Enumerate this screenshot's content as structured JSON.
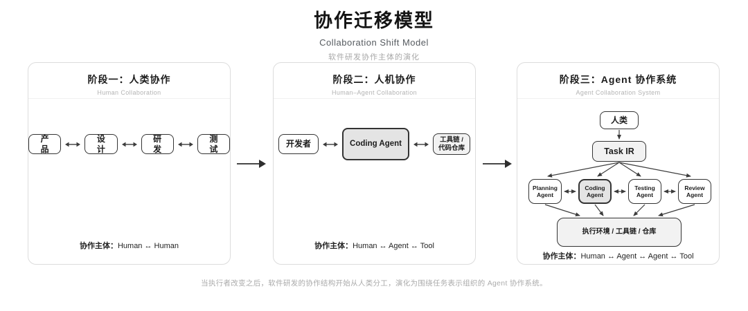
{
  "header": {
    "title": "协作迁移模型",
    "subtitle": "Collaboration Shift Model",
    "description": "软件研发协作主体的演化"
  },
  "panels": [
    {
      "title": "阶段一：人类协作",
      "subtitle": "Human Collaboration",
      "nodes": [
        "产品",
        "设计",
        "研发",
        "测试"
      ],
      "footer_label": "协作主体：",
      "footer_value": "Human ↔ Human"
    },
    {
      "title": "阶段二：人机协作",
      "subtitle": "Human–Agent Collaboration",
      "nodes": [
        "开发者",
        "Coding Agent",
        "工具链 /\n代码仓库"
      ],
      "footer_label": "协作主体：",
      "footer_value": "Human ↔ Agent ↔ Tool"
    },
    {
      "title": "阶段三：Agent 协作系统",
      "subtitle": "Agent Collaboration System",
      "human_node": "人类",
      "task_node": "Task IR",
      "agents": [
        "Planning\nAgent",
        "Coding\nAgent",
        "Testing\nAgent",
        "Review\nAgent"
      ],
      "environment_node": "执行环境 / 工具链 / 仓库",
      "footer_label": "协作主体：",
      "footer_value": "Human ↔ Agent ↔ Agent ↔ Tool"
    }
  ],
  "footer_note": "当执行者改变之后，软件研发的协作结构开始从人类分工，演化为围绕任务表示组织的 Agent 协作系统。",
  "colors": {
    "panel_border": "#dcdcdc",
    "node_border": "#333333",
    "highlight_fill": "#e4e4e4",
    "soft_fill": "#f2f2f2",
    "arrow": "#3c3c3c",
    "muted_text": "#ababab"
  }
}
